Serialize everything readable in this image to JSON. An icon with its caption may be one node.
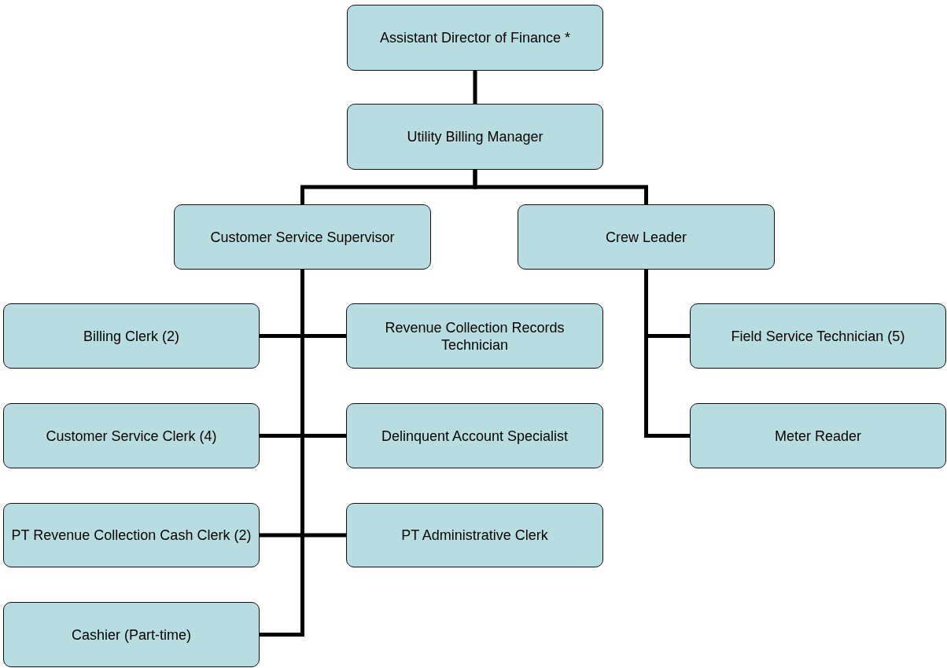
{
  "diagram": {
    "nodes": [
      {
        "text": [
          "Assistant Director of Finance *"
        ]
      },
      {
        "text": [
          "Utility Billing Manager"
        ]
      },
      {
        "text": [
          "Customer Service Supervisor"
        ]
      },
      {
        "text": [
          "Crew Leader"
        ]
      },
      {
        "text": [
          "Billing Clerk (2)"
        ]
      },
      {
        "text": [
          "Revenue Collection Records Technician"
        ]
      },
      {
        "text": [
          "Customer Service Clerk (4)"
        ]
      },
      {
        "text": [
          "Delinquent Account Specialist"
        ]
      },
      {
        "text": [
          "PT Revenue Collection Cash Clerk (2)"
        ]
      },
      {
        "text": [
          "PT Administrative Clerk"
        ]
      },
      {
        "text": [
          "Cashier (Part-time)"
        ]
      },
      {
        "text": [
          "Field Service Technician (5)"
        ]
      },
      {
        "text": [
          "Meter Reader"
        ]
      }
    ],
    "edges": [
      {
        "from": 0,
        "to": 1,
        "arrow": "none"
      },
      {
        "from": 1,
        "to": 2,
        "arrow": "none"
      },
      {
        "from": 1,
        "to": 3,
        "arrow": "none"
      },
      {
        "from": 2,
        "to": 4,
        "arrow": "none"
      },
      {
        "from": 2,
        "to": 5,
        "arrow": "none"
      },
      {
        "from": 2,
        "to": 6,
        "arrow": "none"
      },
      {
        "from": 2,
        "to": 7,
        "arrow": "none"
      },
      {
        "from": 2,
        "to": 8,
        "arrow": "none"
      },
      {
        "from": 2,
        "to": 9,
        "arrow": "none"
      },
      {
        "from": 2,
        "to": 10,
        "arrow": "none"
      },
      {
        "from": 3,
        "to": 11,
        "arrow": "none"
      },
      {
        "from": 3,
        "to": 12,
        "arrow": "none"
      }
    ]
  }
}
